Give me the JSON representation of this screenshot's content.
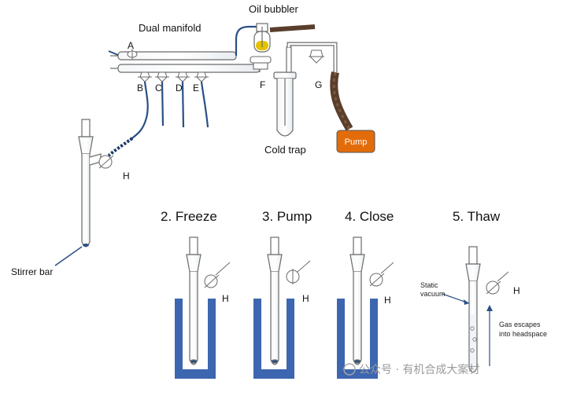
{
  "labels": {
    "dual_manifold": "Dual manifold",
    "oil_bubbler": "Oil bubbler",
    "cold_trap": "Cold trap",
    "pump": "Pump",
    "stirrer_bar": "Stirrer bar",
    "valve_a": "A",
    "valve_b": "B",
    "valve_c": "C",
    "valve_d": "D",
    "valve_e": "E",
    "valve_f": "F",
    "valve_g": "G",
    "valve_h": "H"
  },
  "steps": [
    {
      "label": "2. Freeze",
      "valve": "H"
    },
    {
      "label": "3. Pump",
      "valve": "H"
    },
    {
      "label": "4. Close",
      "valve": "H"
    },
    {
      "label": "5. Thaw",
      "valve": "H"
    }
  ],
  "annotations": {
    "static_vacuum_line1": "Static",
    "static_vacuum_line2": "vacuum",
    "gas_escapes_line1": "Gas escapes",
    "gas_escapes_line2": "into headspace"
  },
  "watermark": "公众号 · 有机合成大案材",
  "colors": {
    "glass": "#6b6b6b",
    "tubing": "#2a4f86",
    "dewar": "#3d66b0",
    "pump": "#e36c0a",
    "hose": "#5a3e2b",
    "oil": "#e3c200"
  }
}
